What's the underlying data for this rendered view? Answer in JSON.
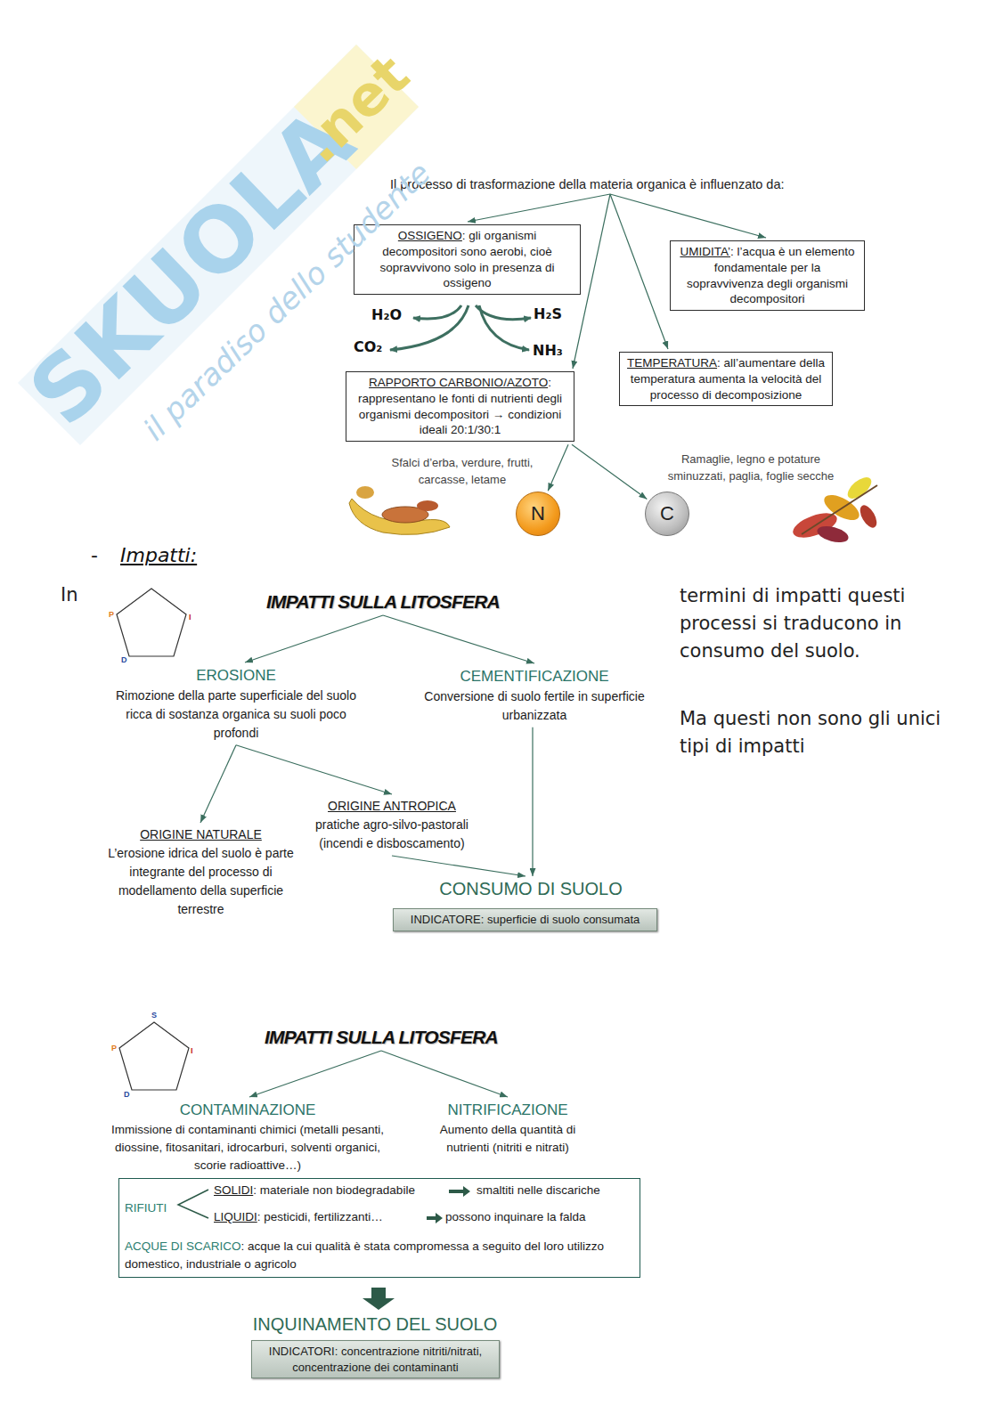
{
  "diagram": {
    "nodes": [
      {
        "text": [
          "Il processo di trasformazione della materia organica è influenzato da:"
        ]
      },
      {
        "text": [
          "OSSIGENO",
          ": gli organismi decompositori sono aerobi, cioè sopravvivono solo in presenza di ossigeno"
        ]
      },
      {
        "text": [
          "UMIDITA’",
          ": l’acqua è un elemento fondamentale per la sopravvivenza degli organismi decompositori"
        ]
      },
      {
        "text": [
          "RAPPORTO CARBONIO/AZOTO",
          ": rappresentano le fonti di nutrienti degli organismi decompositori → condizioni ideali 20:1/30:1"
        ]
      },
      {
        "text": [
          "TEMPERATURA",
          ": all’aumentare della temperatura aumenta la velocità del processo di decomposizione"
        ]
      },
      {
        "text": [
          "N"
        ]
      },
      {
        "text": [
          "C"
        ]
      },
      {
        "text": [
          "IMPATTI SULLA LITOSFERA"
        ]
      },
      {
        "text": [
          "EROSIONE",
          "Rimozione della parte superficiale del suolo ricca di sostanza organica su suoli poco profondi"
        ]
      },
      {
        "text": [
          "CEMENTIFICAZIONE",
          "Conversione di suolo fertile in superficie urbanizzata"
        ]
      },
      {
        "text": [
          "ORIGINE NATURALE",
          "L’erosione idrica del suolo è parte integrante del processo di modellamento della superficie terrestre"
        ]
      },
      {
        "text": [
          "ORIGINE ANTROPICA",
          "pratiche agro-silvo-pastorali (incendi e disboscamento)"
        ]
      },
      {
        "text": [
          "CONSUMO DI SUOLO"
        ]
      },
      {
        "text": [
          "INDICATORE: superficie di suolo consumata"
        ]
      },
      {
        "text": [
          "IMPATTI SULLA LITOSFERA"
        ]
      },
      {
        "text": [
          "CONTAMINAZIONE",
          "Immissione di contaminanti chimici (metalli pesanti, diossine, fitosanitari, idrocarburi, solventi organici, scorie radioattive…)"
        ]
      },
      {
        "text": [
          "NITRIFICAZIONE",
          "Aumento della quantità di nutrienti (nitriti e nitrati)"
        ]
      },
      {
        "text": [
          "RIFIUTI",
          "SOLIDI",
          ": materiale non biodegradabile",
          "smaltiti nelle discariche",
          "LIQUIDI",
          ": pesticidi, fertilizzanti…",
          "possono inquinare la falda",
          "ACQUE DI SCARICO",
          ": acque la cui qualità è stata compromessa a seguito del loro utilizzo domestico, industriale o agricolo"
        ]
      },
      {
        "text": [
          "INQUINAMENTO DEL SUOLO"
        ]
      },
      {
        "text": [
          "INDICATORI: concentrazione nitriti/nitrati, concentrazione dei contaminanti"
        ]
      }
    ],
    "edges": [
      {
        "from": 0,
        "to": 1,
        "arrow": "to"
      },
      {
        "from": 0,
        "to": 2,
        "arrow": "to"
      },
      {
        "from": 0,
        "to": 3,
        "arrow": "to"
      },
      {
        "from": 0,
        "to": 4,
        "arrow": "to"
      },
      {
        "from": 3,
        "to": 5,
        "arrow": "to"
      },
      {
        "from": 3,
        "to": 6,
        "arrow": "to"
      },
      {
        "from": 7,
        "to": 8,
        "arrow": "to"
      },
      {
        "from": 7,
        "to": 9,
        "arrow": "to"
      },
      {
        "from": 8,
        "to": 10,
        "arrow": "to"
      },
      {
        "from": 8,
        "to": 11,
        "arrow": "to"
      },
      {
        "from": 9,
        "to": 12,
        "arrow": "to"
      },
      {
        "from": 11,
        "to": 12,
        "arrow": "to"
      },
      {
        "from": 14,
        "to": 15,
        "arrow": "to"
      },
      {
        "from": 14,
        "to": 16,
        "arrow": "to"
      },
      {
        "from": 17,
        "to": 18,
        "arrow": "to"
      }
    ],
    "labels": [
      "SKUOLA",
      ".net",
      "il paradiso dello studente",
      "H₂O",
      "H₂S",
      "CO₂",
      "NH₃",
      "Sfalci d’erba, verdure, frutti, carcasse, letame",
      "Ramaglie, legno e potature sminuzzati, paglia, foglie secche",
      "-",
      "Impatti:",
      "In",
      "P",
      "I",
      "D",
      "termini di impatti questi processi si traducono in consumo del suolo.",
      "Ma questi non sono gli unici tipi di impatti",
      "S",
      "P",
      "I",
      "D"
    ]
  }
}
